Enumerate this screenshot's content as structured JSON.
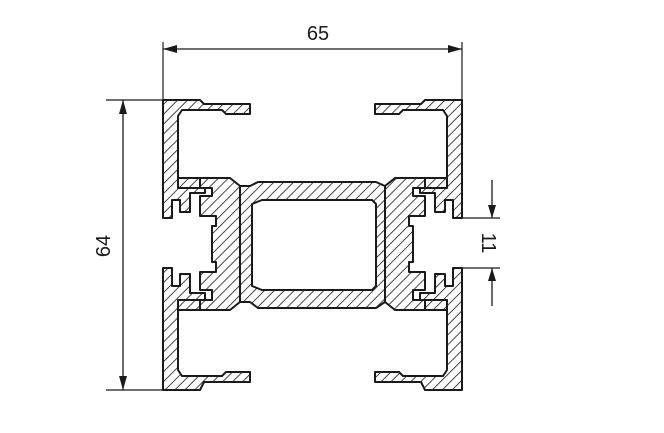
{
  "drawing": {
    "width_dimension": "65",
    "height_dimension": "64",
    "slot_dimension": "11"
  },
  "colors": {
    "line": "#1a1a1a",
    "background": "#ffffff"
  }
}
